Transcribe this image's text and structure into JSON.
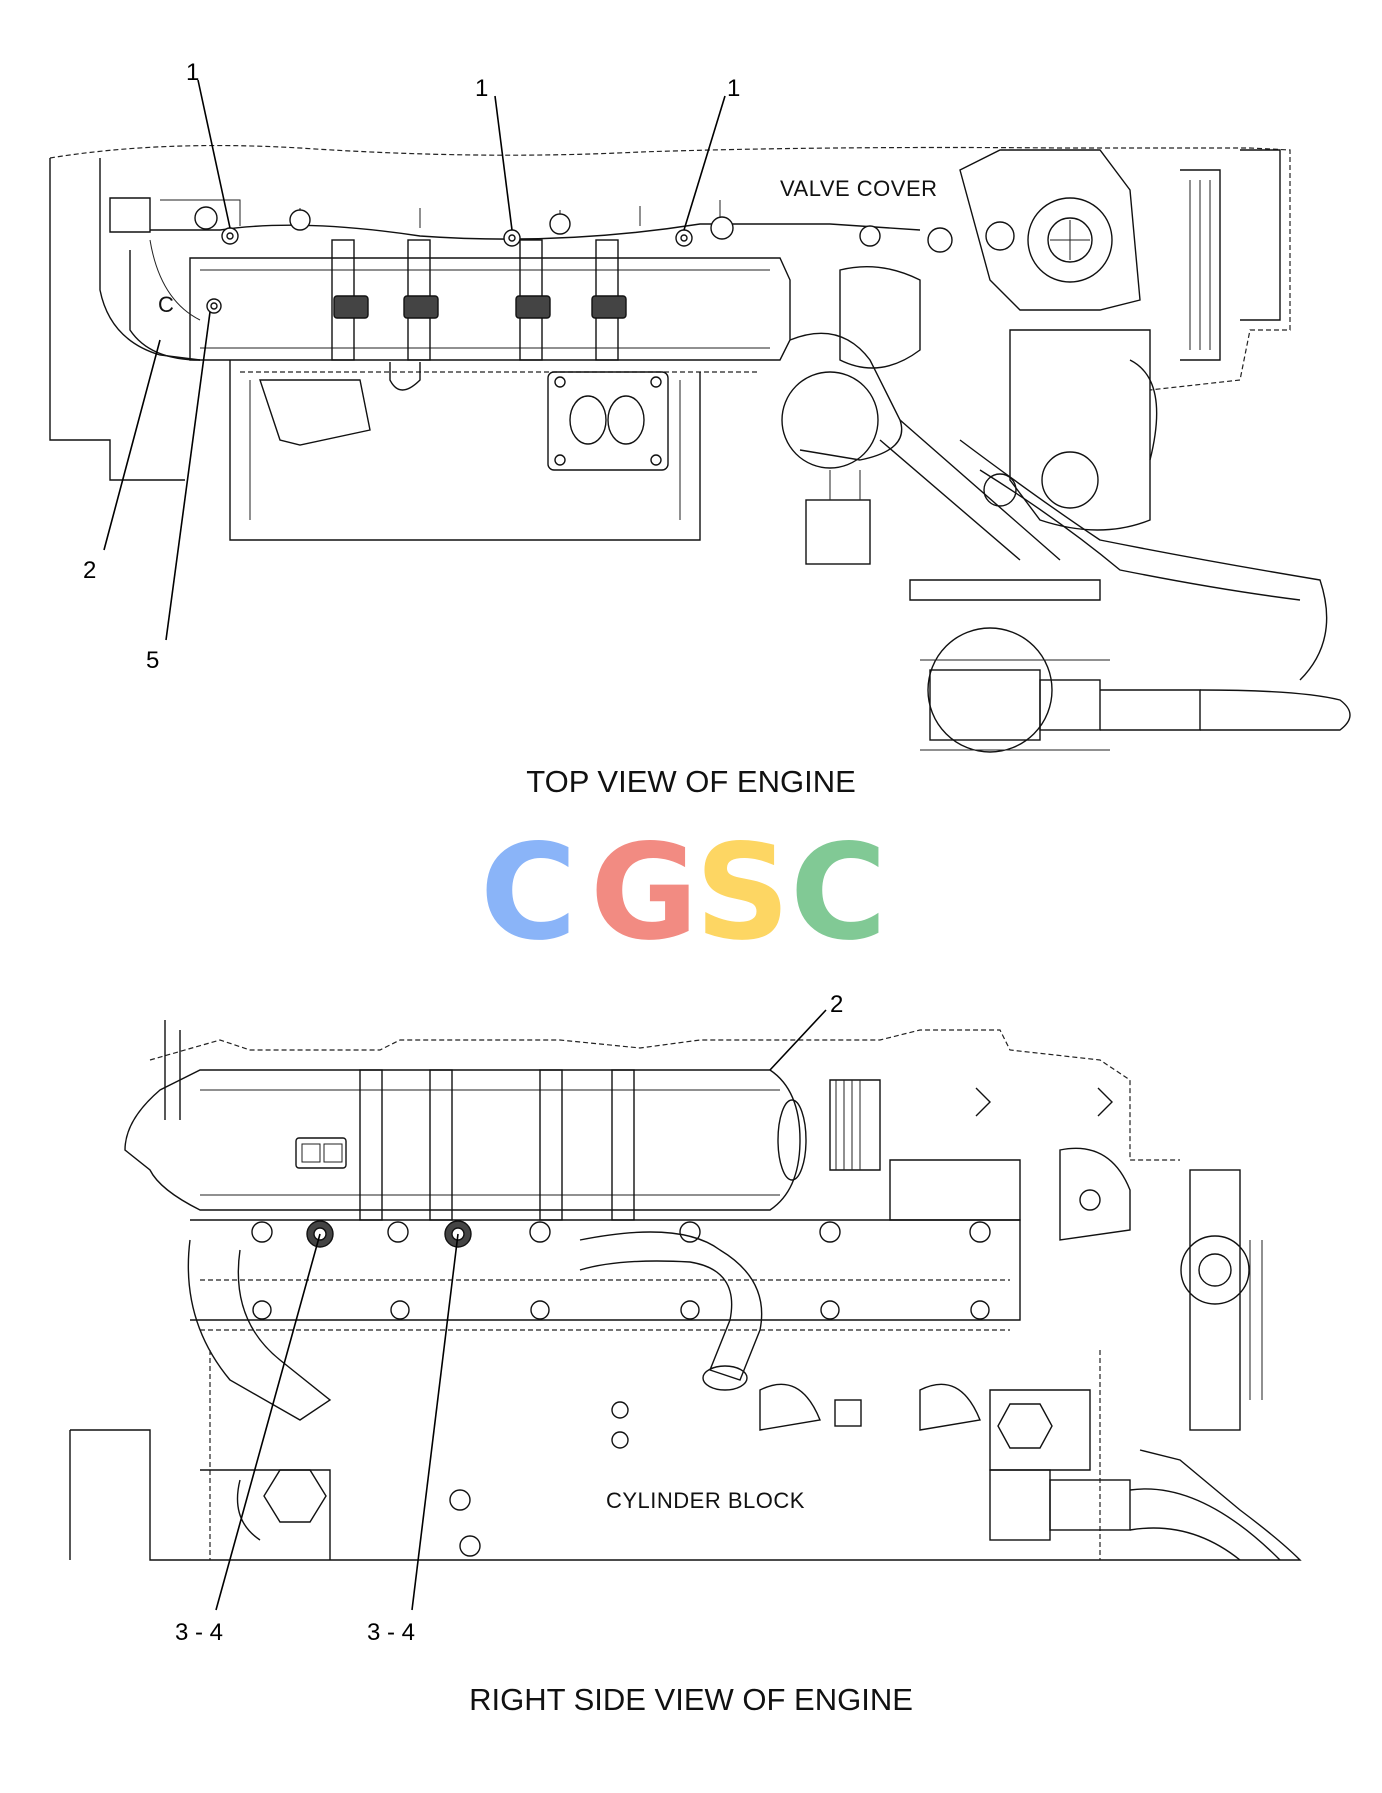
{
  "top_view": {
    "title": "TOP VIEW OF ENGINE",
    "component_label": "VALVE COVER",
    "marker_c": "C",
    "callouts": {
      "a": "1",
      "b": "1",
      "c": "1",
      "d": "2",
      "e": "5"
    }
  },
  "side_view": {
    "title": "RIGHT SIDE VIEW OF ENGINE",
    "component_label": "CYLINDER BLOCK",
    "callouts": {
      "a": "2",
      "b": "3 - 4",
      "c": "3 - 4"
    }
  },
  "watermark": {
    "letters": [
      "C",
      "G",
      "S",
      "C"
    ],
    "colors": [
      "#8ab4f8",
      "#f28b82",
      "#fdd663",
      "#81c995"
    ]
  }
}
